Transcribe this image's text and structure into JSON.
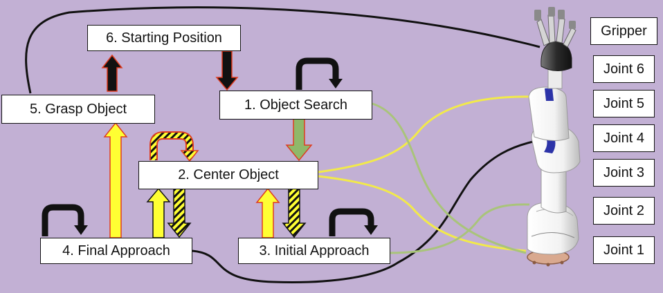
{
  "states": {
    "starting_position": "6. Starting Position",
    "grasp_object": "5. Grasp Object",
    "object_search": "1. Object Search",
    "center_object": "2. Center Object",
    "final_approach": "4. Final Approach",
    "initial_approach": "3. Initial Approach"
  },
  "joints": {
    "gripper": "Gripper",
    "joint6": "Joint 6",
    "joint5": "Joint 5",
    "joint4": "Joint 4",
    "joint3": "Joint 3",
    "joint2": "Joint 2",
    "joint1": "Joint 1"
  },
  "colors": {
    "background": "#c2b0d4",
    "wire_black": "#111111",
    "wire_yellow": "#f2ea4a",
    "wire_green": "#a9c47a",
    "arrow_black": "#111111",
    "arrow_yellow": "#ffff33",
    "arrow_green": "#8fb86a",
    "arrow_outline_red": "#e03a1e",
    "joint_ring_blue": "#2c33a8"
  }
}
